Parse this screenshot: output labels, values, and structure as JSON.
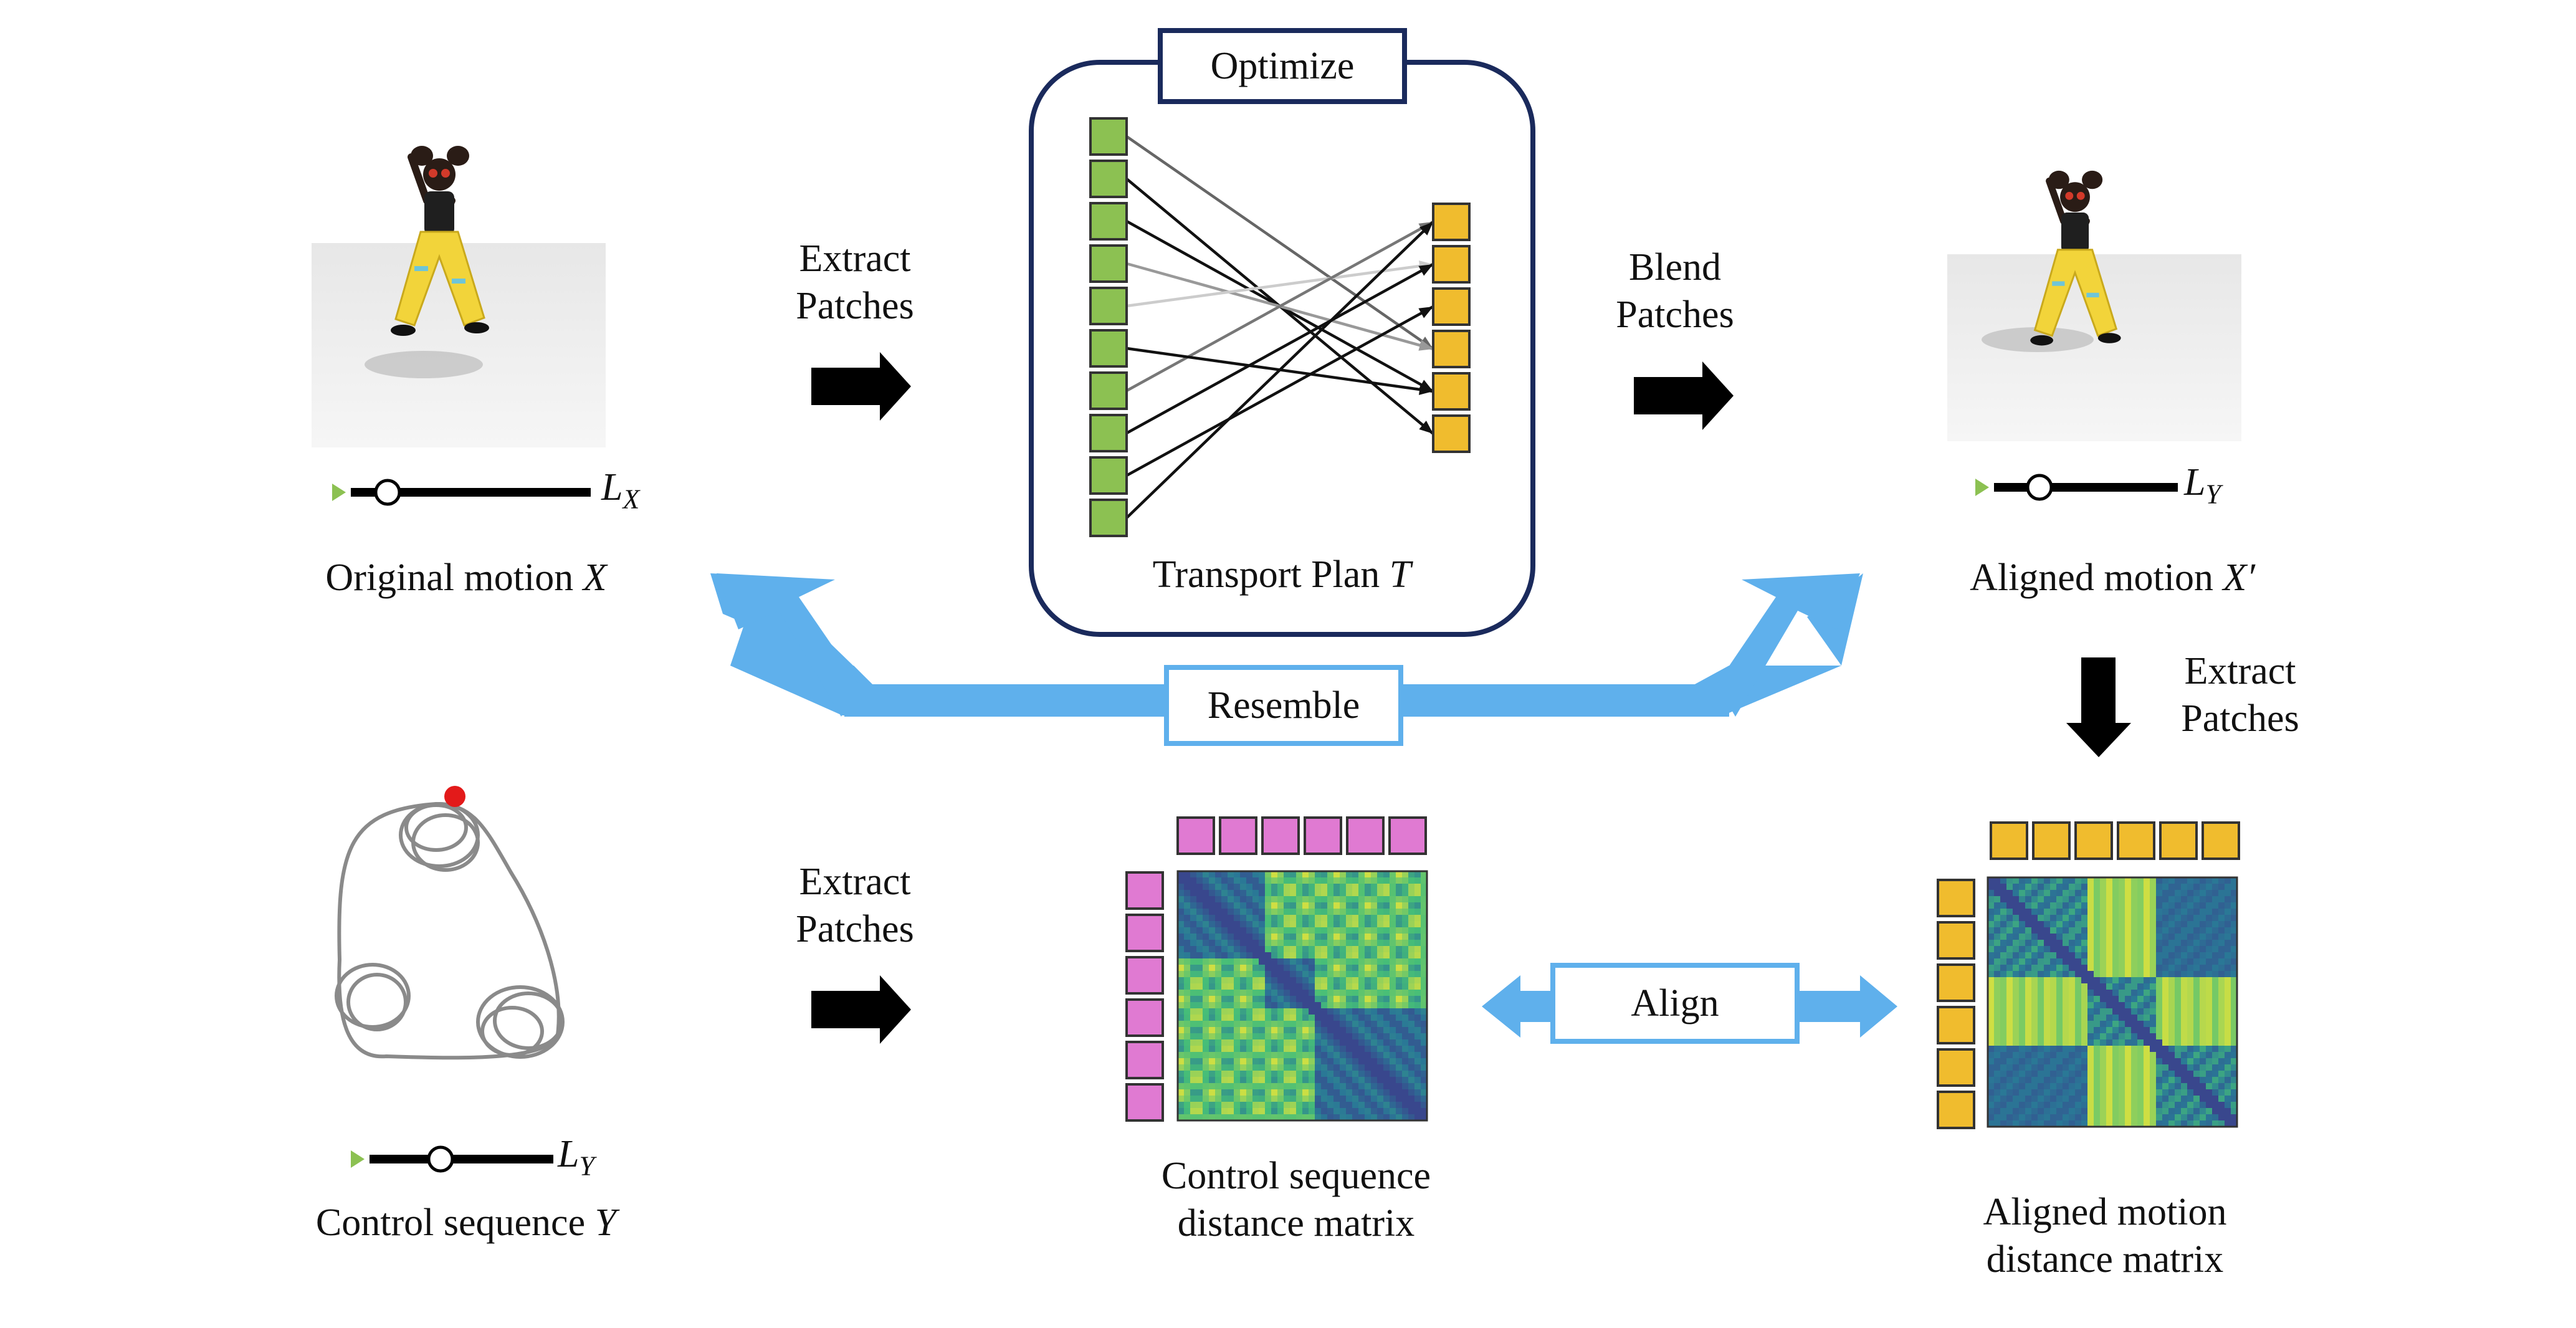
{
  "optimize_label": "Optimize",
  "resemble_label": "Resemble",
  "align_label": "Align",
  "transport_plan": {
    "text": "Transport Plan",
    "var": "T"
  },
  "extract_patches_top": {
    "line1": "Extract",
    "line2": "Patches"
  },
  "blend_patches": {
    "line1": "Blend",
    "line2": "Patches"
  },
  "extract_patches_right": {
    "line1": "Extract",
    "line2": "Patches"
  },
  "extract_patches_bottom": {
    "line1": "Extract",
    "line2": "Patches"
  },
  "original_motion": {
    "text": "Original motion",
    "var": "X",
    "length_base": "L",
    "length_sub": "X"
  },
  "aligned_motion": {
    "text": "Aligned motion",
    "var": "X′",
    "length_base": "L",
    "length_sub": "Y"
  },
  "control_sequence": {
    "text": "Control sequence",
    "var": "Y",
    "length_base": "L",
    "length_sub": "Y"
  },
  "control_matrix_caption": {
    "line1": "Control sequence",
    "line2": "distance matrix"
  },
  "aligned_matrix_caption": {
    "line1": "Aligned motion",
    "line2": "distance matrix"
  },
  "colors": {
    "green_patch": "#8cc152",
    "yellow_patch": "#f0bc2e",
    "pink_patch": "#e07ad2",
    "blue_arrow": "#5fb0ec",
    "navy_border": "#1a2a5c",
    "matrix_dark": "#3b3f8c",
    "matrix_teal": "#2a9d8f",
    "matrix_yellow": "#e6e43a"
  },
  "icons": [
    "character-icon",
    "trajectory-icon",
    "timeline-icon"
  ]
}
